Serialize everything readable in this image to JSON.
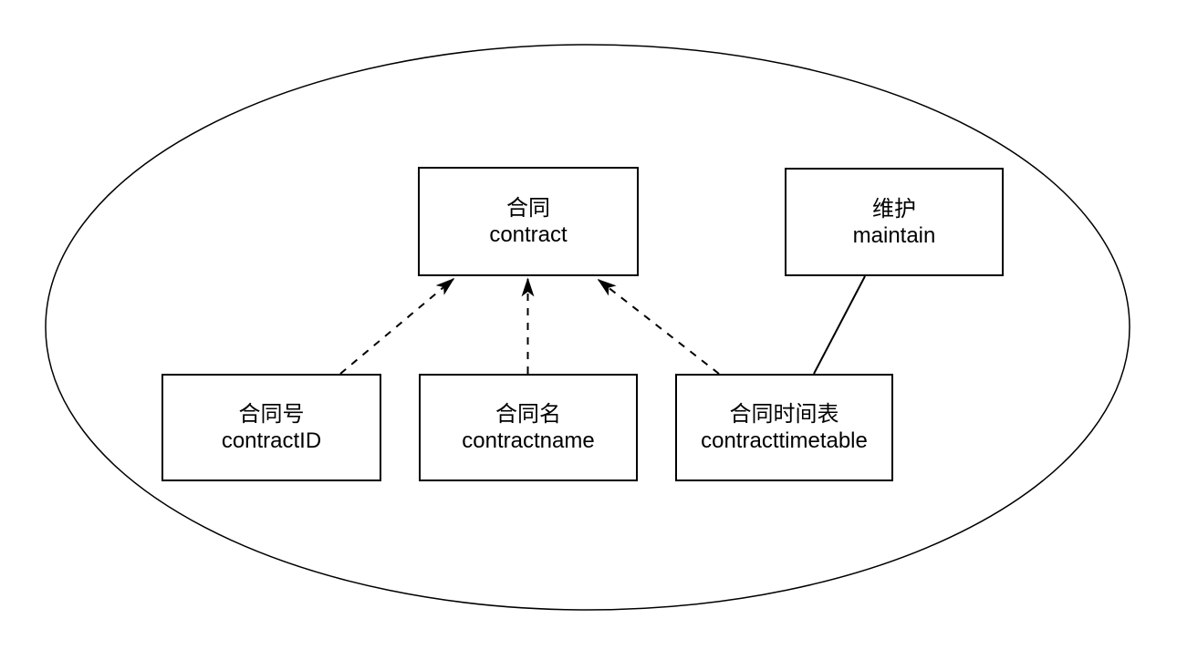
{
  "diagram": {
    "background_color": "#ffffff",
    "stroke_color": "#000000",
    "text_color": "#000000",
    "boundary": {
      "shape": "ellipse"
    },
    "nodes": [
      {
        "id": "contract",
        "zh": "合同",
        "en": "contract"
      },
      {
        "id": "maintain",
        "zh": "维护",
        "en": "maintain"
      },
      {
        "id": "contractID",
        "zh": "合同号",
        "en": "contractID"
      },
      {
        "id": "contractname",
        "zh": "合同名",
        "en": "contractname"
      },
      {
        "id": "contracttimetable",
        "zh": "合同时间表",
        "en": "contracttimetable"
      }
    ],
    "edges": [
      {
        "from": "contractID",
        "to": "contract",
        "style": "dashed",
        "arrow": true
      },
      {
        "from": "contractname",
        "to": "contract",
        "style": "dashed",
        "arrow": true
      },
      {
        "from": "contracttimetable",
        "to": "contract",
        "style": "dashed",
        "arrow": true
      },
      {
        "from": "maintain",
        "to": "contracttimetable",
        "style": "solid",
        "arrow": false
      }
    ]
  }
}
